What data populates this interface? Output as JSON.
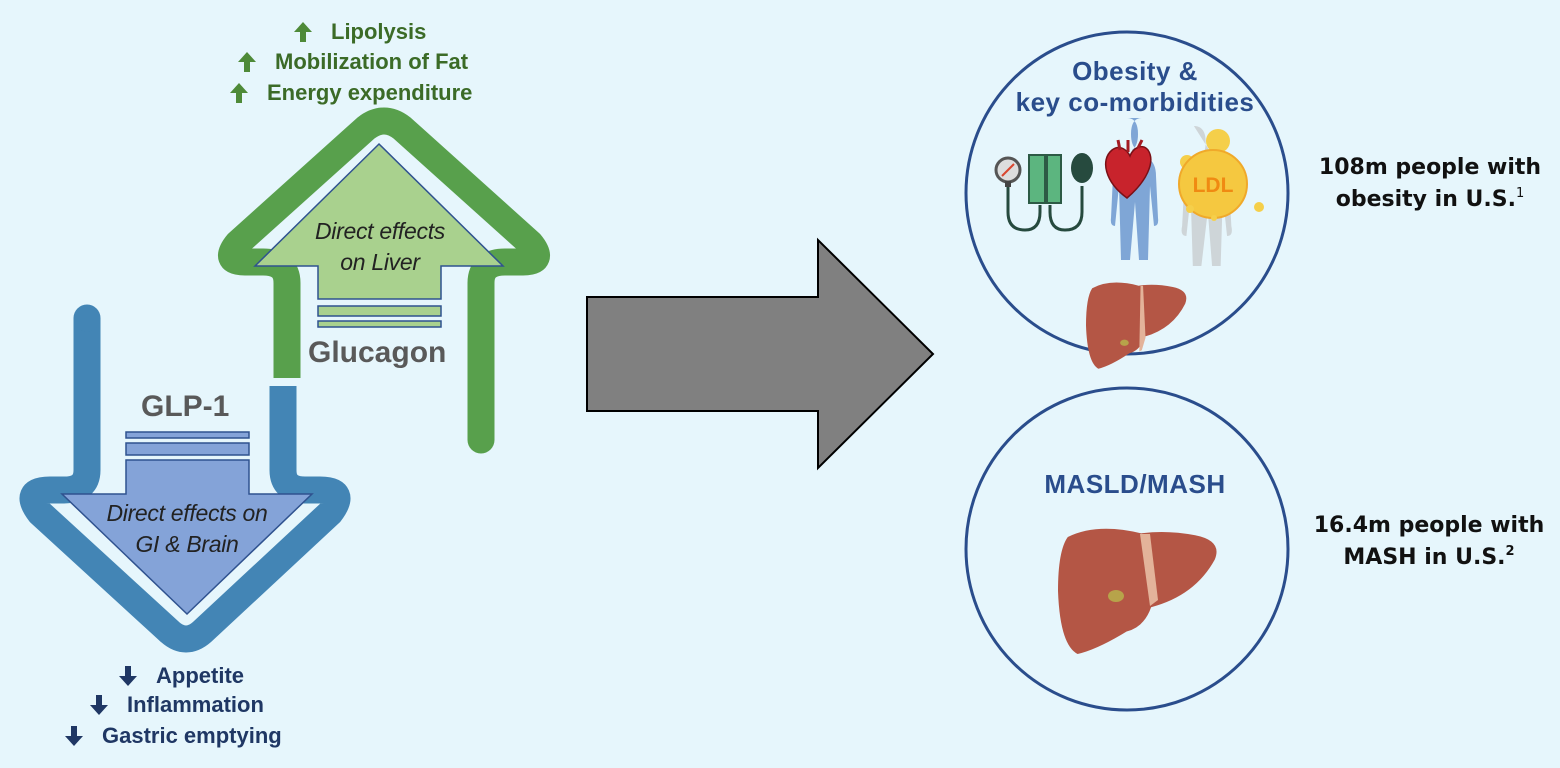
{
  "glucagon": {
    "label": "Glucagon",
    "inner_text_line1": "Direct effects",
    "inner_text_line2": "on Liver",
    "effects": [
      {
        "direction": "up",
        "icon": "arrow-up-icon",
        "label": "Lipolysis"
      },
      {
        "direction": "up",
        "icon": "arrow-up-icon",
        "label": "Mobilization of Fat"
      },
      {
        "direction": "up",
        "icon": "arrow-up-icon",
        "label": "Energy expenditure"
      }
    ],
    "colors": {
      "outline": "#58a04c",
      "fill": "#a9d18e",
      "text": "#3b6b27"
    }
  },
  "glp1": {
    "label": "GLP-1",
    "inner_text_line1": "Direct effects on",
    "inner_text_line2": "GI & Brain",
    "effects": [
      {
        "direction": "down",
        "icon": "arrow-down-icon",
        "label": "Appetite"
      },
      {
        "direction": "down",
        "icon": "arrow-down-icon",
        "label": "Inflammation"
      },
      {
        "direction": "down",
        "icon": "arrow-down-icon",
        "label": "Gastric emptying"
      }
    ],
    "colors": {
      "outline": "#4385b5",
      "fill": "#84a3d8",
      "text": "#1f3764"
    }
  },
  "center_arrow": {
    "icon": "right-arrow-icon",
    "color": "#808080"
  },
  "outcomes": [
    {
      "title_line1": "Obesity &",
      "title_line2": "key co-morbidities",
      "icons": [
        "blood-pressure-monitor-icon",
        "human-body-icon",
        "heart-icon",
        "ldl-cholesterol-icon",
        "liver-icon"
      ],
      "ldl_label": "LDL",
      "stat_line1": "108m people with",
      "stat_line2": "obesity in U.S.",
      "footnote": "1"
    },
    {
      "title_line1": "MASLD/MASH",
      "icons": [
        "liver-icon"
      ],
      "stat_line1": "16.4m people with",
      "stat_line2": "MASH in U.S.",
      "footnote": "2"
    }
  ]
}
